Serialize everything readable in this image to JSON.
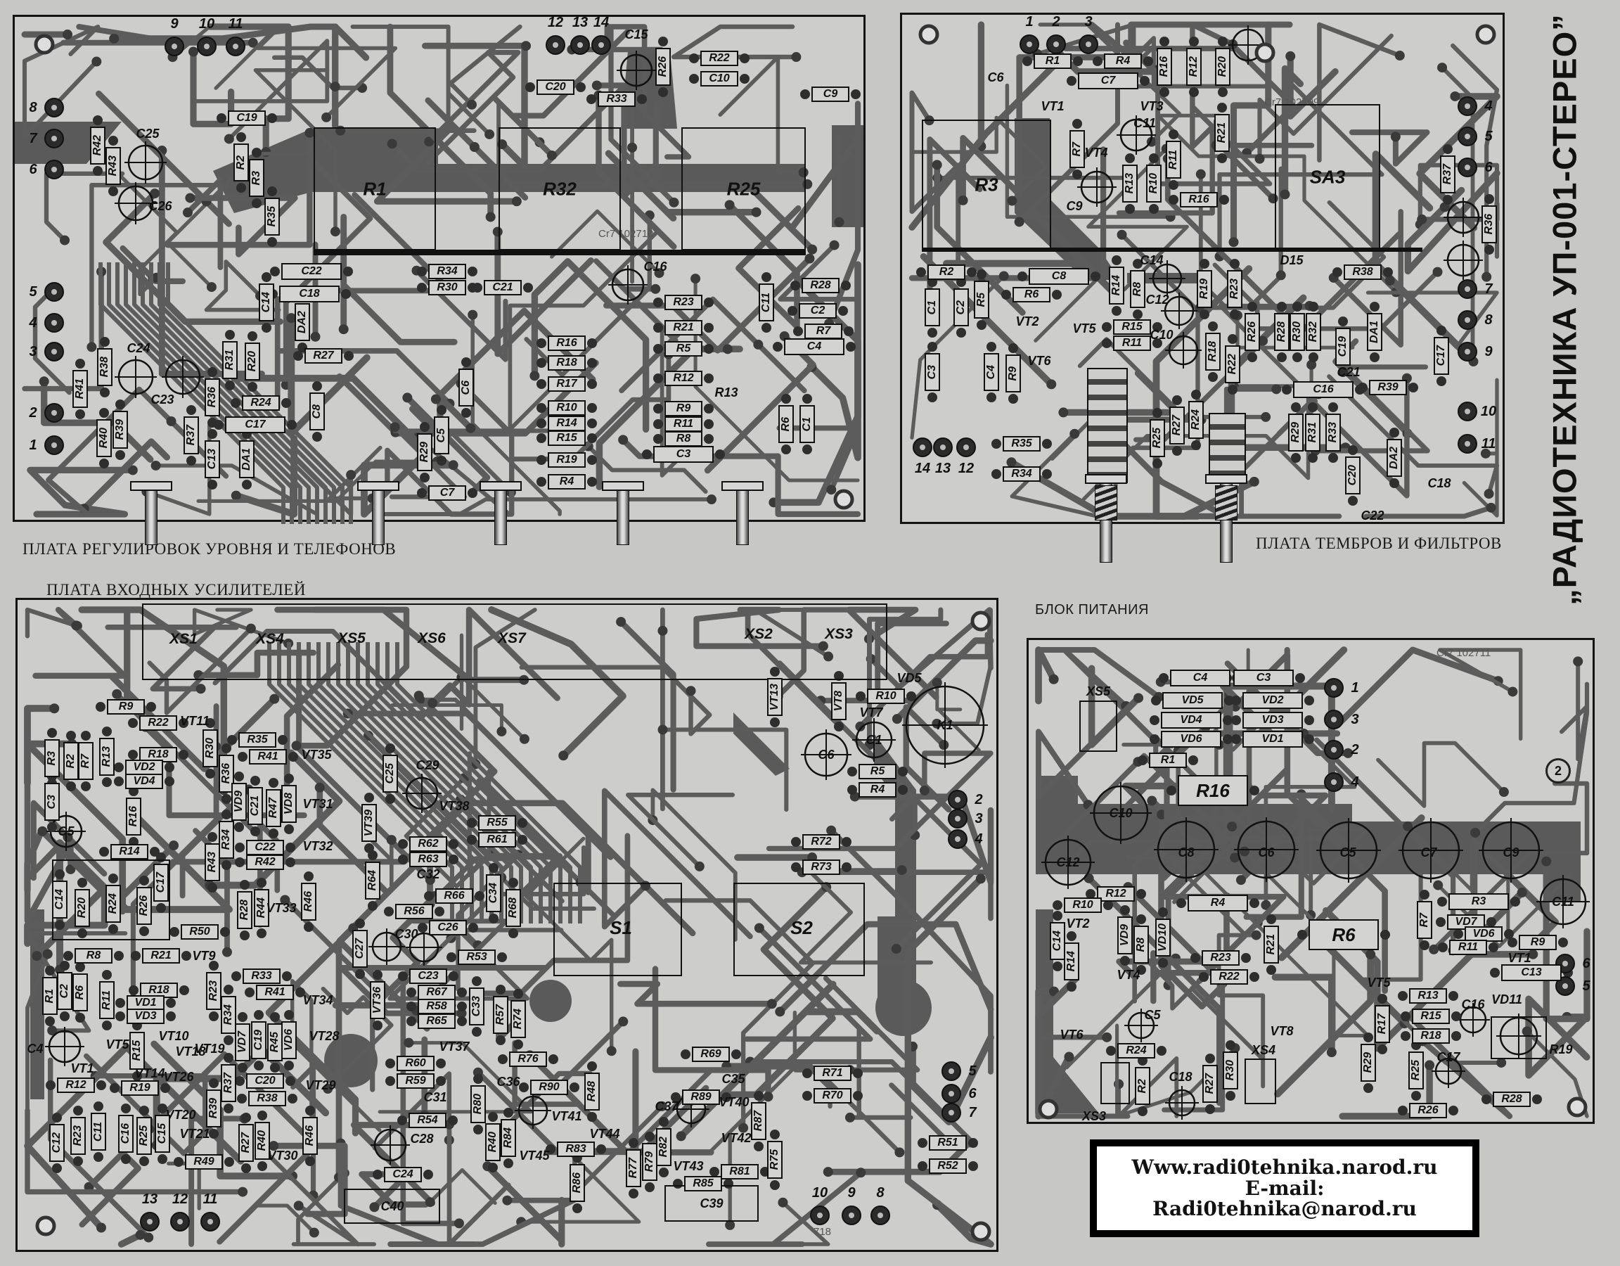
{
  "title": "„РАДИОТЕХНИКА УП-001-СТЕРЕО”",
  "contact": {
    "site": "Www.radi0tehnika.narod.ru",
    "email_label": "E-mail:",
    "email": "Radi0tehnika@narod.ru"
  },
  "boards": {
    "level": {
      "caption": "ПЛАТА РЕГУЛИРОВОК УРОВНЯ И ТЕЛЕФОНОВ",
      "marking": "Cr7 102710",
      "pots": [
        "R1",
        "R32",
        "R25"
      ],
      "terminals": [
        "9",
        "10",
        "11",
        "12",
        "13",
        "14",
        "8",
        "7",
        "6",
        "5",
        "4",
        "3",
        "2",
        "1"
      ],
      "components": [
        "C19",
        "C25",
        "R42",
        "R43",
        "C26",
        "R2",
        "R3",
        "R35",
        "C20",
        "R33",
        "C15",
        "R26",
        "R22",
        "C10",
        "C9",
        "C22",
        "R34",
        "R30",
        "C21",
        "C16",
        "R28",
        "C18",
        "C14",
        "DA2",
        "R27",
        "R23",
        "C11",
        "C2",
        "R21",
        "R7",
        "R5",
        "C4",
        "R16",
        "R18",
        "R17",
        "R10",
        "R14",
        "R15",
        "R19",
        "R4",
        "R12",
        "R13",
        "R9",
        "R11",
        "R8",
        "C3",
        "R6",
        "C1",
        "C24",
        "C23",
        "R41",
        "R38",
        "R31",
        "R20",
        "R36",
        "R24",
        "C17",
        "R40",
        "R39",
        "R37",
        "C13",
        "DA1",
        "C8",
        "R29",
        "C5",
        "C6",
        "C7"
      ]
    },
    "tone": {
      "caption": "ПЛАТА ТЕМБРОВ И ФИЛЬТРОВ",
      "marking": "Cr7 102709",
      "blocks": [
        "R3",
        "SA3"
      ],
      "terminals": [
        "1",
        "2",
        "3",
        "4",
        "5",
        "6",
        "7",
        "8",
        "9",
        "10",
        "11",
        "14",
        "13",
        "12"
      ],
      "components": [
        "R1",
        "R4",
        "R16",
        "R12",
        "R20",
        "C6",
        "C7",
        "VT1",
        "VT3",
        "C11",
        "R7",
        "VT4",
        "R21",
        "R13",
        "R10",
        "R11",
        "C9",
        "R16",
        "R2",
        "C1",
        "C2",
        "R5",
        "C8",
        "R6",
        "VT2",
        "VT5",
        "VT6",
        "C3",
        "C4",
        "R9",
        "R14",
        "R8",
        "C14",
        "C12",
        "C10",
        "R15",
        "R11",
        "R19",
        "R23",
        "R26",
        "R18",
        "R22",
        "D15",
        "R38",
        "R28",
        "R30",
        "R32",
        "C19",
        "DA1",
        "C17",
        "C21",
        "R39",
        "C16",
        "R29",
        "R31",
        "R33",
        "DA2",
        "C20",
        "C22",
        "C18",
        "R35",
        "R34",
        "R25",
        "R27",
        "R24",
        "R37",
        "R36"
      ]
    },
    "input": {
      "caption": "ПЛАТА ВХОДНЫХ УСИЛИТЕЛЕЙ",
      "connectors": [
        "XS1",
        "XS4",
        "XS5",
        "XS6",
        "XS7",
        "XS2",
        "XS3"
      ],
      "switches": [
        "S1",
        "S2"
      ],
      "page_number": "718",
      "terminals": [
        "2",
        "3",
        "4",
        "5",
        "6",
        "7",
        "10",
        "9",
        "8",
        "13",
        "12",
        "11"
      ],
      "components": [
        "VT13",
        "VT8",
        "R10",
        "VD5",
        "VT7",
        "K1",
        "C1",
        "C6",
        "R5",
        "R4",
        "R72",
        "R73",
        "R71",
        "R70",
        "R51",
        "R52",
        "C40",
        "C39",
        "R9",
        "R22",
        "R3",
        "R2",
        "R7",
        "R13",
        "R18",
        "VD2",
        "VD4",
        "VT11",
        "R30",
        "R35",
        "R41",
        "VT35",
        "R36",
        "C3",
        "C5",
        "R16",
        "VD9",
        "C21",
        "R47",
        "VD8",
        "VT31",
        "R14",
        "R34",
        "C22",
        "R42",
        "VT32",
        "R43",
        "C14",
        "R20",
        "R24",
        "R26",
        "C17",
        "R50",
        "R28",
        "R44",
        "VT33",
        "R46",
        "R8",
        "R21",
        "VT9",
        "R33",
        "R41",
        "VT34",
        "R1",
        "C2",
        "R6",
        "R11",
        "R18",
        "VD1",
        "VD3",
        "R23",
        "R34",
        "VT10",
        "VT18",
        "VT19",
        "VD7",
        "C19",
        "R45",
        "VD6",
        "VT28",
        "C4",
        "VT5",
        "VT1",
        "R15",
        "VT14",
        "VT26",
        "R12",
        "R19",
        "R37",
        "C20",
        "VT29",
        "R38",
        "R39",
        "VT20",
        "VT21",
        "C12",
        "R23",
        "C11",
        "C16",
        "R25",
        "C15",
        "R27",
        "R40",
        "VT30",
        "R46",
        "R49",
        "C25",
        "C29",
        "VT38",
        "VT39",
        "R55",
        "R61",
        "R62",
        "R63",
        "R64",
        "C32",
        "C34",
        "R68",
        "R66",
        "R56",
        "C26",
        "C27",
        "C30",
        "R53",
        "C23",
        "VT36",
        "R67",
        "R58",
        "R65",
        "C33",
        "R57",
        "R74",
        "VT37",
        "R60",
        "R76",
        "R59",
        "C36",
        "R90",
        "R48",
        "C31",
        "R54",
        "C28",
        "R80",
        "VT41",
        "R40",
        "R84",
        "VT44",
        "VT45",
        "R83",
        "R86",
        "C24",
        "R69",
        "C35",
        "R89",
        "VT40",
        "C37",
        "R87",
        "VT42",
        "R77",
        "R79",
        "R82",
        "VT43",
        "R81",
        "R75",
        "R85"
      ]
    },
    "power": {
      "caption": "БЛОК ПИТАНИЯ",
      "marking": "Cr7 102711",
      "board_number": "2",
      "terminals": [
        "1",
        "3",
        "2",
        "4",
        "6",
        "5"
      ],
      "components": [
        "XS5",
        "C4",
        "C3",
        "VD5",
        "VD2",
        "VD4",
        "VD3",
        "VD6",
        "VD1",
        "R1",
        "R16",
        "C10",
        "C12",
        "C8",
        "C6",
        "C5",
        "C7",
        "C9",
        "C11",
        "R12",
        "R10",
        "VT2",
        "C14",
        "R14",
        "VD9",
        "R8",
        "VD10",
        "VT4",
        "R4",
        "R6",
        "R21",
        "R23",
        "R22",
        "VT6",
        "C5",
        "R24",
        "R2",
        "XS3",
        "C18",
        "R27",
        "R30",
        "VT8",
        "XS4",
        "R3",
        "R7",
        "VD7",
        "VD6",
        "R11",
        "R9",
        "VT1",
        "C13",
        "VD11",
        "R13",
        "VT5",
        "R15",
        "R18",
        "C16",
        "R19",
        "R17",
        "R25",
        "C17",
        "R29",
        "R26",
        "R28"
      ]
    }
  }
}
